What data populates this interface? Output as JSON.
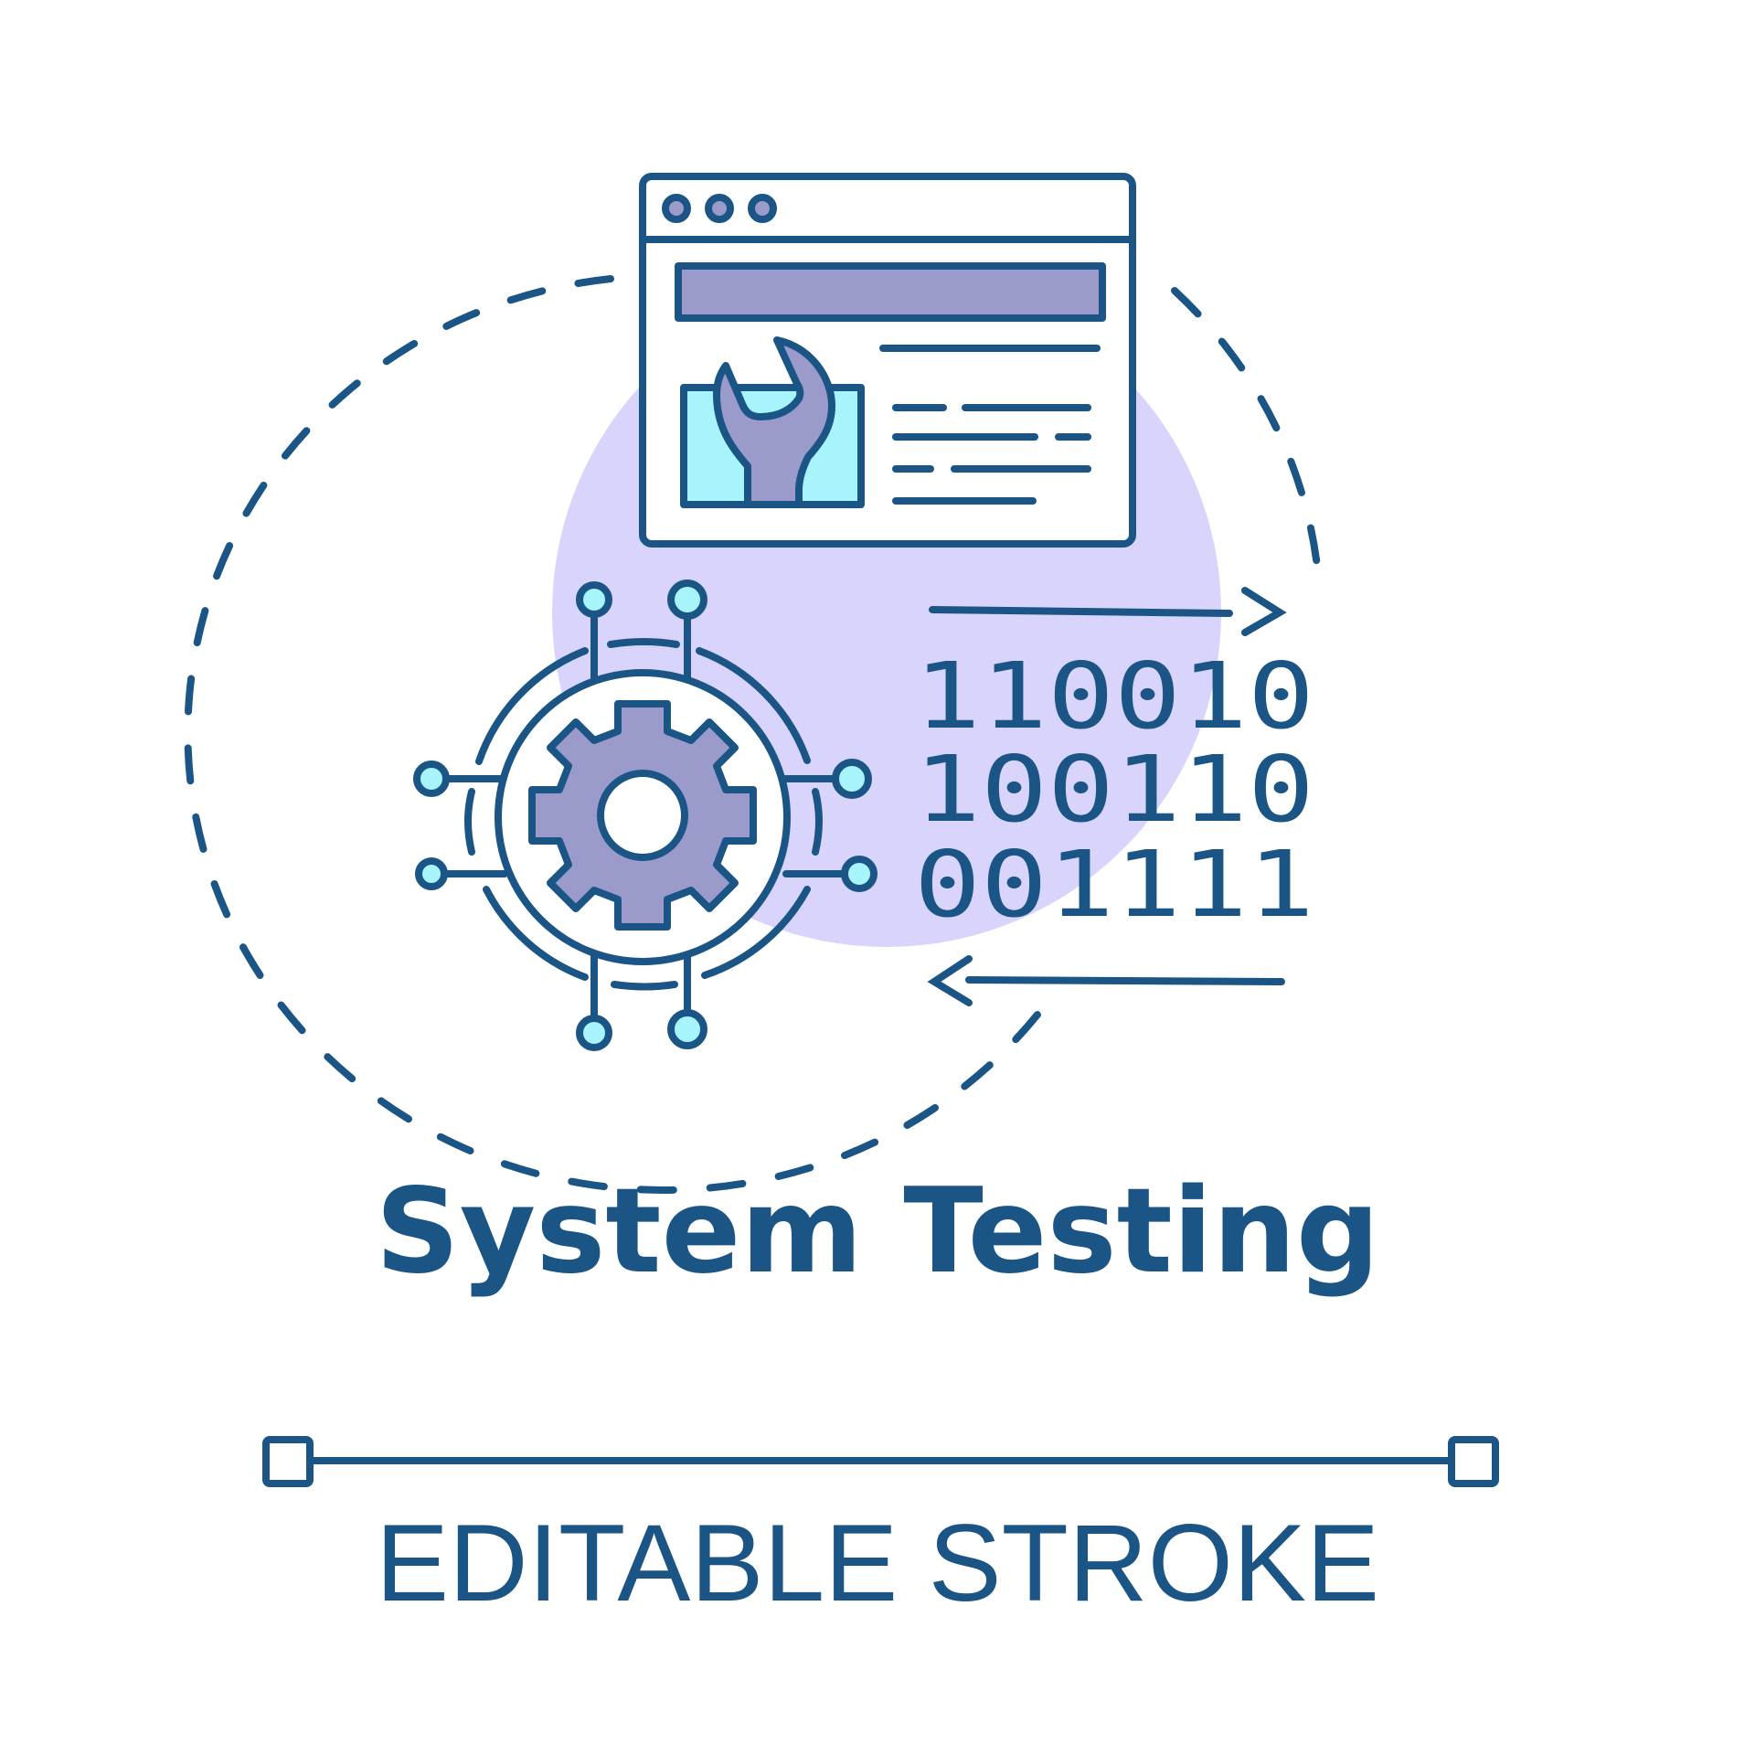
{
  "title": "System Testing",
  "subtitle": "EDITABLE STROKE",
  "binary_rows": [
    "110010",
    "100110",
    "001111"
  ],
  "colors": {
    "stroke": "#1a5585",
    "purple_fill": "#9a9bcb",
    "circle_bg": "#d9d4fb",
    "cyan_fill": "#a8f4fc",
    "background": "#ffffff"
  },
  "icons": [
    "browser-window-icon",
    "wrench-icon",
    "gear-icon",
    "circuit-node-icon",
    "cycle-arrow-icon"
  ]
}
